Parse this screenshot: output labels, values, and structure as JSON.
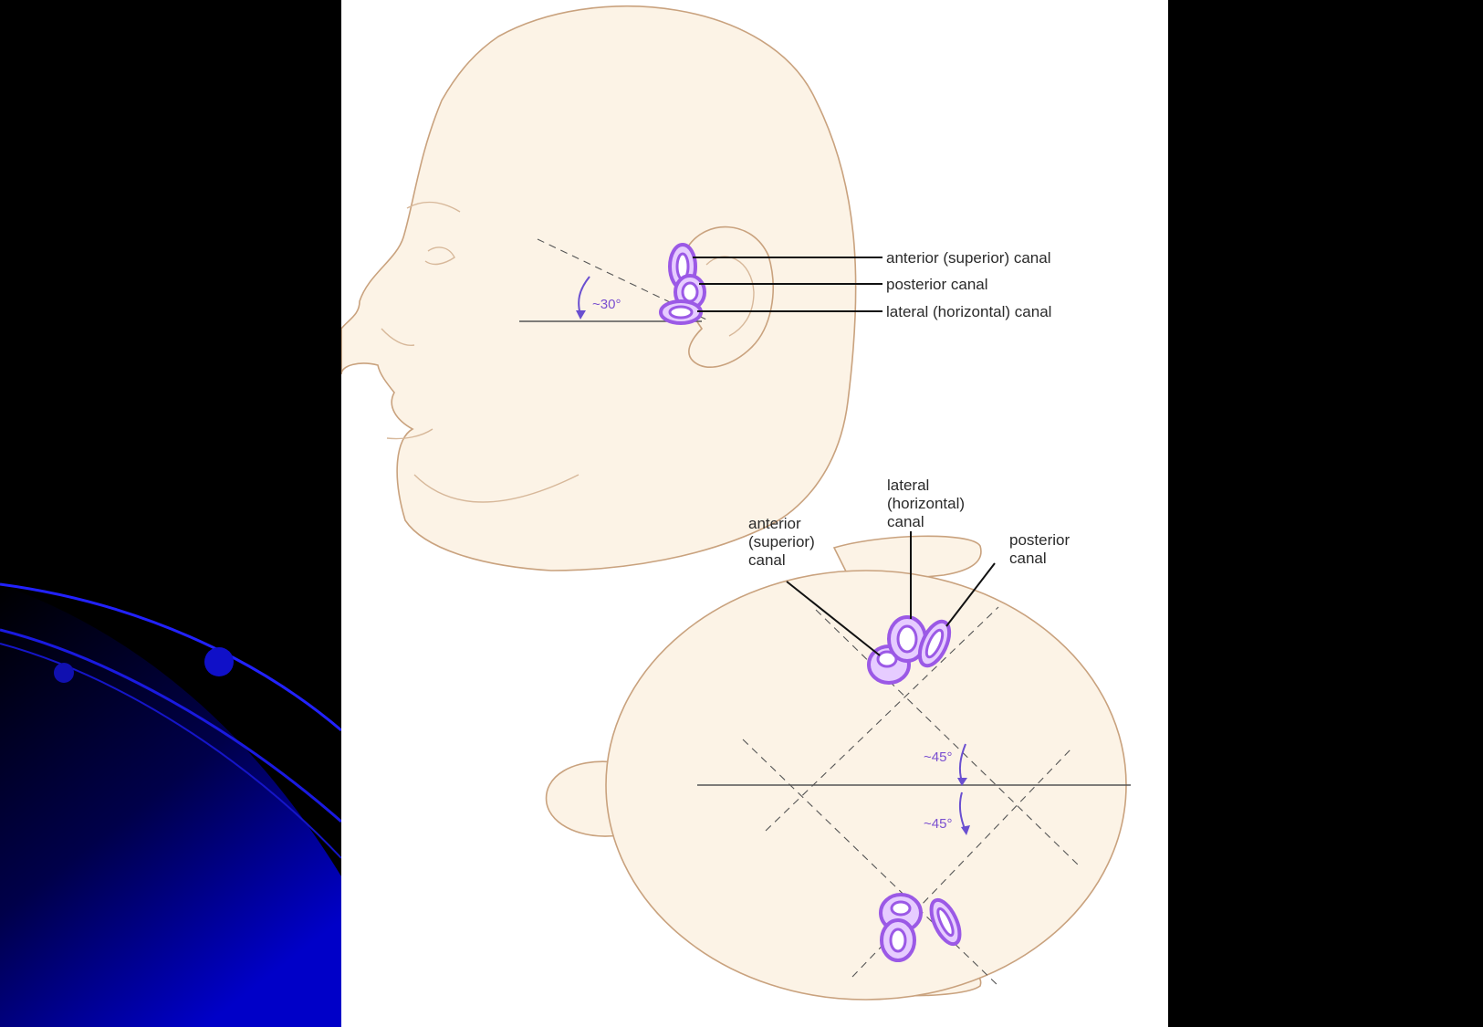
{
  "slide": {
    "background_color": "#000000",
    "accent_color": "#0a0ad0"
  },
  "figure": {
    "lateral_view": {
      "labels": {
        "anterior": "anterior (superior) canal",
        "posterior": "posterior canal",
        "lateral": "lateral (horizontal) canal"
      },
      "angle": "~30°"
    },
    "top_view": {
      "labels": {
        "anterior": [
          "anterior",
          "(superior)",
          "canal"
        ],
        "lateral": [
          "lateral",
          "(horizontal)",
          "canal"
        ],
        "posterior": [
          "posterior",
          "canal"
        ]
      },
      "angles": [
        "~45°",
        "~45°"
      ]
    },
    "colors": {
      "skin": "#fcf3e6",
      "skin_outline": "#c9a27e",
      "canal": "#b98af0",
      "angle_text": "#7a4fd0"
    }
  }
}
